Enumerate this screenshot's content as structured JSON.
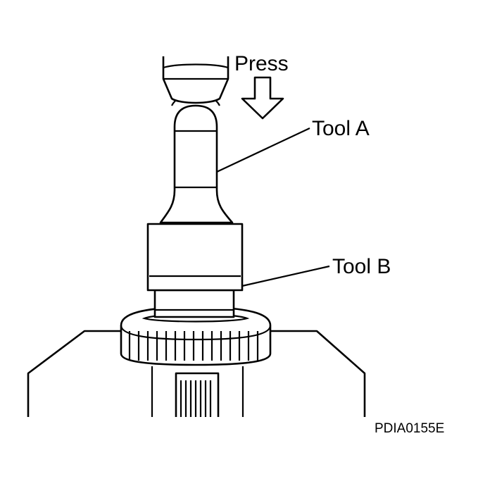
{
  "labels": {
    "press": "Press",
    "tool_a": "Tool A",
    "tool_b": "Tool B",
    "figure_code": "PDIA0155E"
  },
  "colors": {
    "line": "#000000",
    "background": "#ffffff"
  }
}
